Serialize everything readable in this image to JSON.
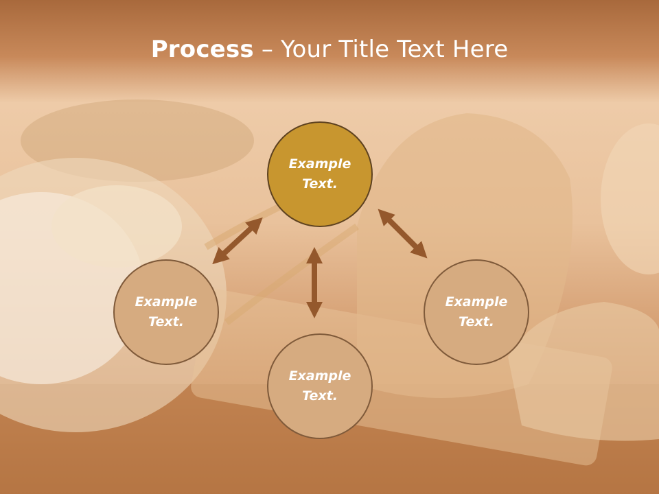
{
  "slide": {
    "title_bold": "Process",
    "title_rest": " – Your Title Text Here"
  },
  "diagram": {
    "center": {
      "text": "Example Text."
    },
    "left": {
      "text": "Example Text."
    },
    "right": {
      "text": "Example Text."
    },
    "bottom": {
      "text": "Example Text."
    }
  },
  "colors": {
    "header": "#b57647",
    "center_fill": "#c8962f",
    "outer_fill": "#d6ab80",
    "arrow": "#94582c",
    "title_text": "#ffffff"
  }
}
